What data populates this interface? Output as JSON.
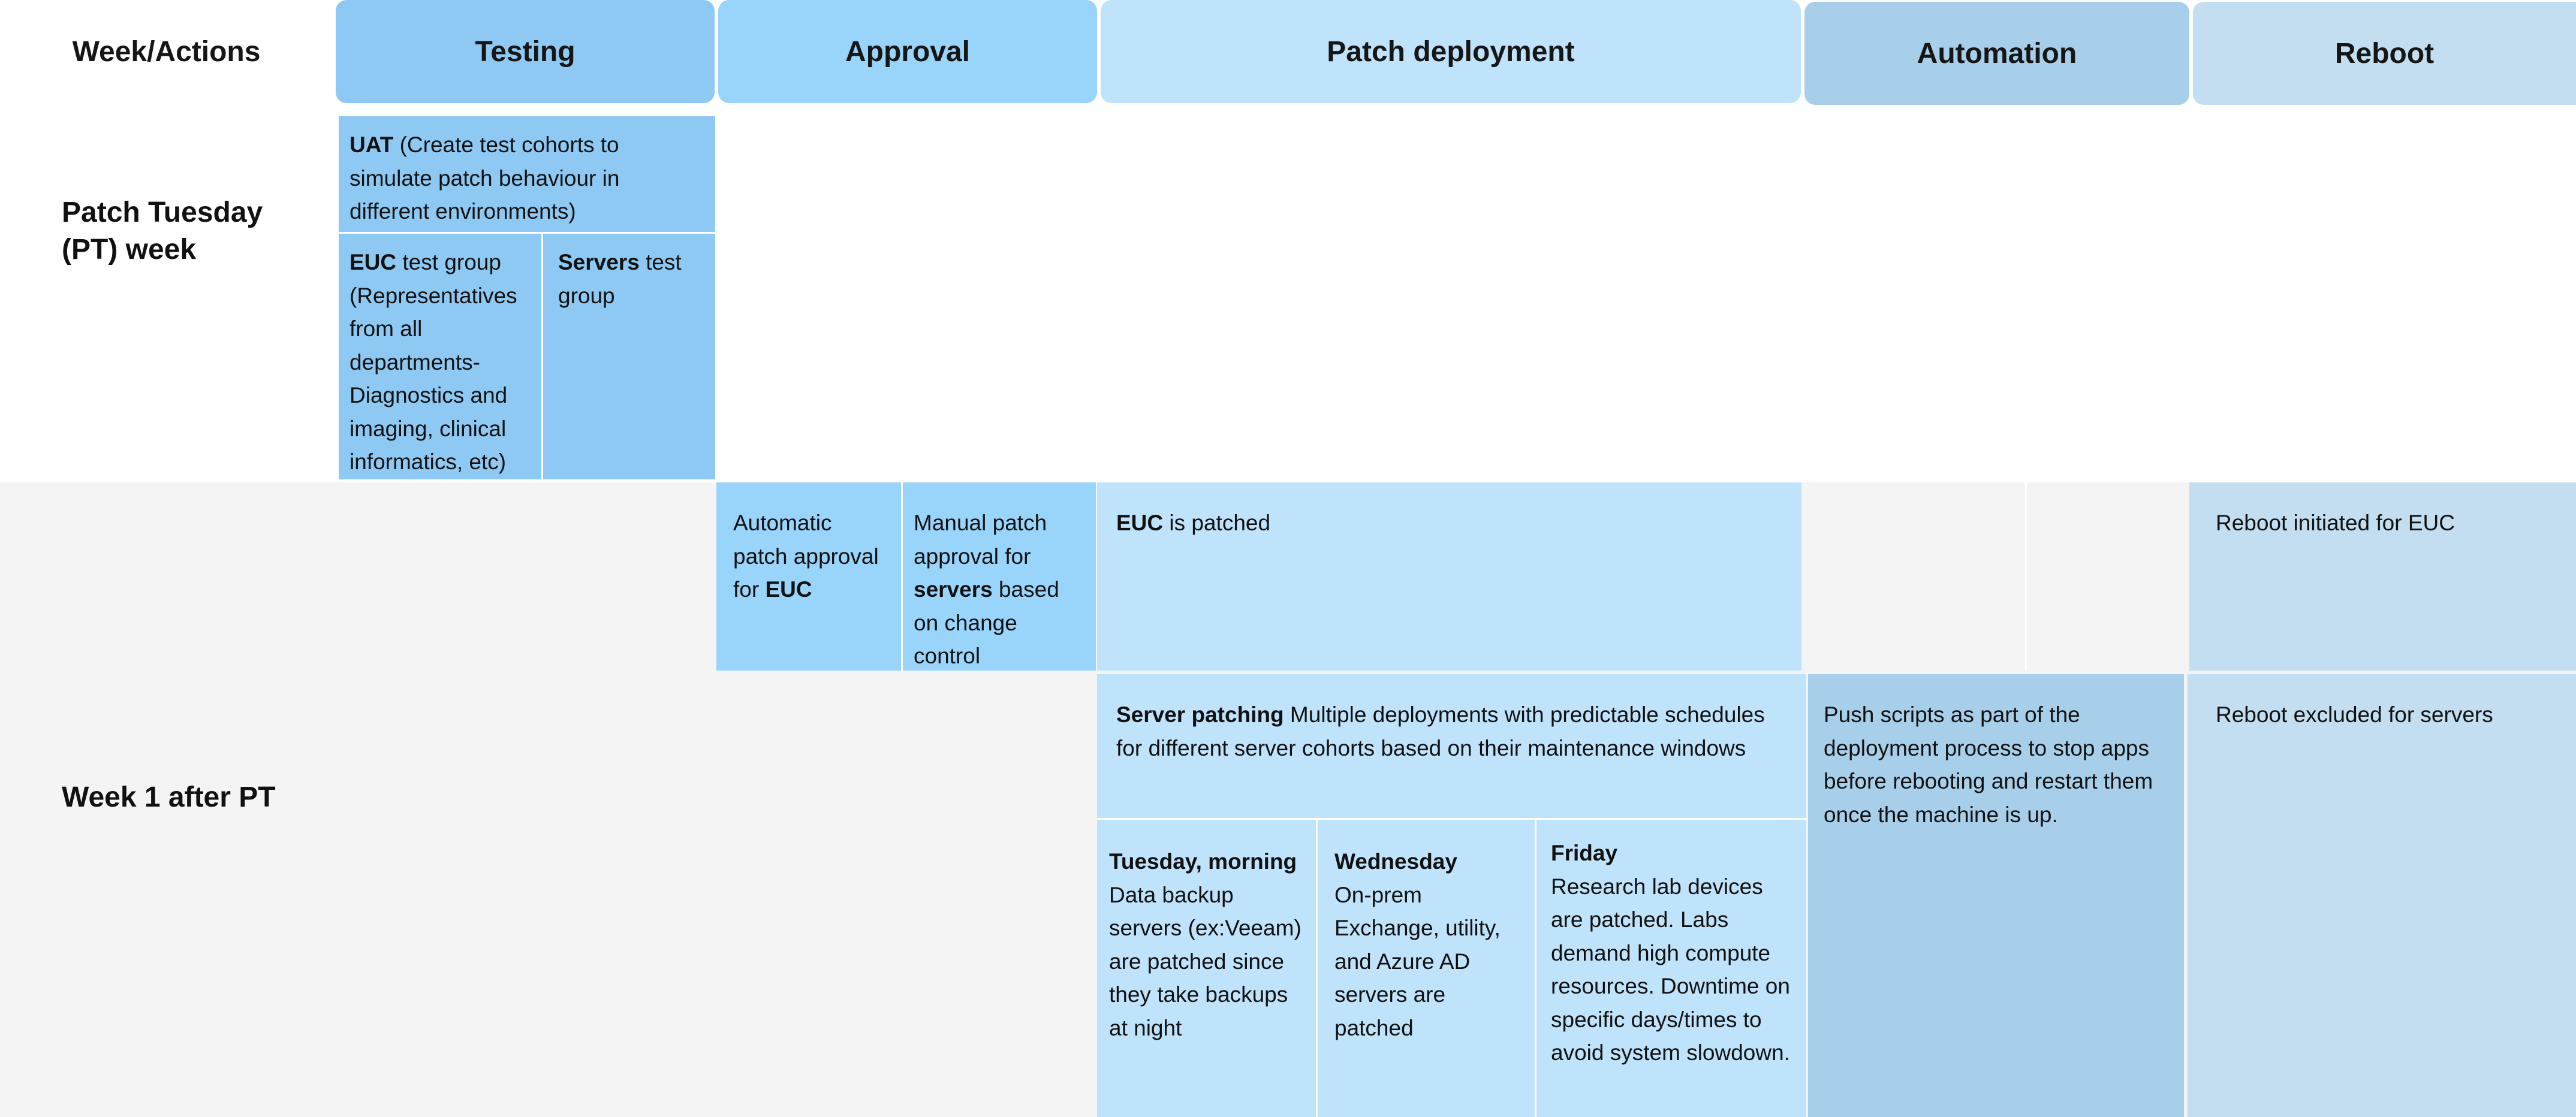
{
  "corner_label": "Week/Actions",
  "headers": {
    "testing": "Testing",
    "approval": "Approval",
    "patch_deployment": "Patch deployment",
    "automation": "Automation",
    "reboot": "Reboot"
  },
  "rows": {
    "pt_week": "Patch Tuesday (PT) week",
    "week1": "Week 1 after PT"
  },
  "cells": {
    "uat": {
      "bold": "UAT",
      "text": " (Create test cohorts to simulate patch behaviour in different environments)"
    },
    "euc_test": {
      "bold": "EUC",
      "text": " test group (Representatives from all departments- Diagnostics and imaging, clinical informatics, etc)"
    },
    "servers_test": {
      "bold": "Servers",
      "text": " test group"
    },
    "auto_approval": {
      "pre": "Automatic patch approval for ",
      "bold": "EUC"
    },
    "manual_approval": {
      "pre": "Manual patch approval for ",
      "bold": "servers",
      "post": " based on change control"
    },
    "euc_patched": {
      "bold": "EUC",
      "text": " is patched"
    },
    "reboot_euc": "Reboot initiated for EUC",
    "server_patching": {
      "bold": "Server patching",
      "text": " Multiple deployments with predictable schedules for different server cohorts based on their maintenance windows"
    },
    "push_scripts": "Push scripts as part of the deployment process to stop apps before rebooting and restart them once the machine is up.",
    "reboot_servers": "Reboot excluded for servers",
    "tuesday": {
      "title": "Tuesday, morning",
      "text": "Data backup servers (ex:Veeam) are patched since they take backups at night"
    },
    "wednesday": {
      "title": "Wednesday",
      "text": "On-prem Exchange, utility, and Azure AD servers are patched"
    },
    "friday": {
      "title": "Friday",
      "text": "Research lab devices are patched. Labs demand high compute resources. Downtime on specific days/times to avoid system slowdown."
    }
  },
  "colors": {
    "testing": "#8ec9f4",
    "approval": "#99d4fb",
    "patch_deployment": "#bfe3fb",
    "automation": "#a8cfe9",
    "reboot": "#c2def0",
    "row_background": "#f4f4f4"
  }
}
